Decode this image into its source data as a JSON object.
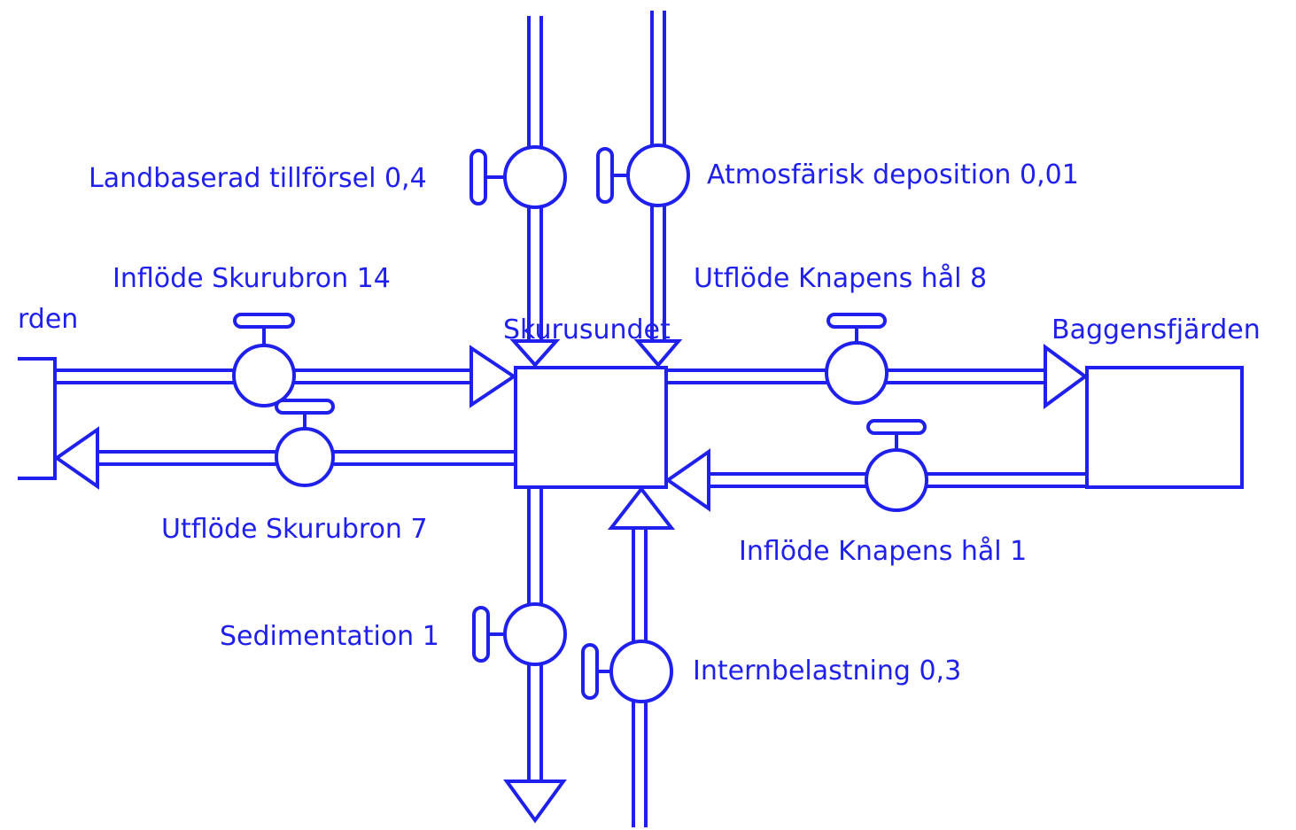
{
  "colors": {
    "ink": "#2020ee",
    "background": "#ffffff"
  },
  "stocks": {
    "left": "Mysingen...rden",
    "left_visible": "rden",
    "center": "Skurusundet",
    "right": "Baggensfjärden"
  },
  "flows": {
    "land": "Landbaserad tillförsel 0,4",
    "atmos": "Atmosfärisk deposition 0,01",
    "inflow_skurubron": "Inflöde Skurubron 14",
    "outflow_knapens": "Utflöde Knapens hål 8",
    "outflow_skurubron": "Utflöde Skurubron 7",
    "inflow_knapens": "Inflöde Knapens hål 1",
    "sedimentation": "Sedimentation 1",
    "internal_load": "Internbelastning 0,3"
  }
}
